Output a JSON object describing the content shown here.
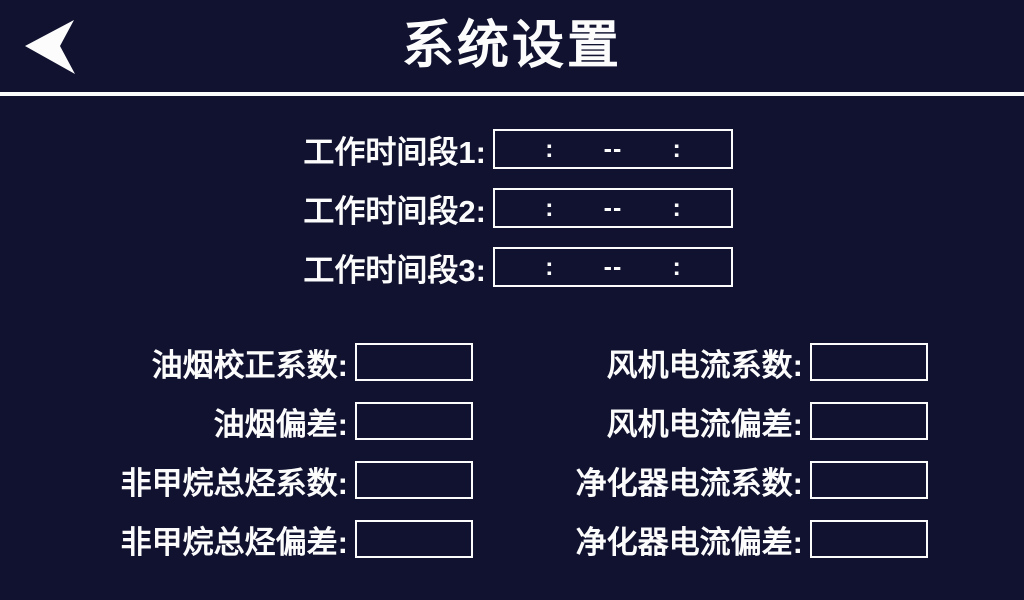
{
  "header": {
    "title": "系统设置",
    "back_icon": "back-arrow"
  },
  "time_section": {
    "rows": [
      {
        "label": "工作时间段1:"
      },
      {
        "label": "工作时间段2:"
      },
      {
        "label": "工作时间段3:"
      }
    ],
    "placeholder": {
      "colon": ":",
      "separator": "--"
    }
  },
  "coeff_section": {
    "left": [
      {
        "label": "油烟校正系数:",
        "value": ""
      },
      {
        "label": "油烟偏差:",
        "value": ""
      },
      {
        "label": "非甲烷总烃系数:",
        "value": ""
      },
      {
        "label": "非甲烷总烃偏差:",
        "value": ""
      }
    ],
    "right": [
      {
        "label": "风机电流系数:",
        "value": ""
      },
      {
        "label": "风机电流偏差:",
        "value": ""
      },
      {
        "label": "净化器电流系数:",
        "value": ""
      },
      {
        "label": "净化器电流偏差:",
        "value": ""
      }
    ]
  },
  "colors": {
    "background": "#101230",
    "text": "#fcfcfc",
    "border": "#fcfcfc"
  }
}
